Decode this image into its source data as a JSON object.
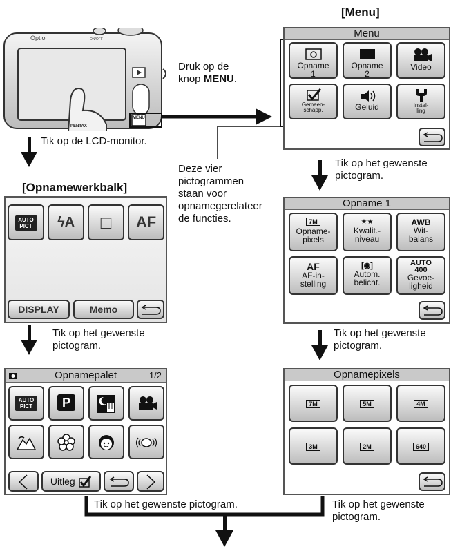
{
  "texts": {
    "press_menu_line1": "Druk op de",
    "press_menu_line2_prefix": "knop ",
    "press_menu_line2_bold": "MENU",
    "press_menu_line2_suffix": ".",
    "tap_lcd": "Tik op de LCD-monitor.",
    "menu_title": "[Menu]",
    "toolbar_title": "[Opnamewerkbalk]",
    "four_icons_1": "Deze vier",
    "four_icons_2": "pictogrammen",
    "four_icons_3": "staan voor",
    "four_icons_4": "opnamegerelateer",
    "four_icons_5": "de functies.",
    "tap_icon_1a": "Tik op het gewenste",
    "tap_icon_1b": "pictogram.",
    "tap_icon_2a": "Tik op het gewenste",
    "tap_icon_2b": "pictogram.",
    "tap_icon_3a": "Tik op het gewenste",
    "tap_icon_3b": "pictogram.",
    "tap_icon_4": "Tik op het gewenste pictogram.",
    "tap_icon_5a": "Tik op het gewenste",
    "tap_icon_5b": "pictogram."
  },
  "camera": {
    "brand": "Optio",
    "onoff": "ON/OFF",
    "menu_key": "MENU",
    "pentax": "PENTAX"
  },
  "menu_screen": {
    "title": "Menu",
    "items": [
      {
        "label1": "Opname",
        "label2": "1",
        "icon": "camera-frame-icon"
      },
      {
        "label1": "Opname",
        "label2": "2",
        "icon": "black-rect-icon"
      },
      {
        "label1": "Video",
        "label2": "",
        "icon": "movie-camera-icon"
      },
      {
        "label1": "Gemeen-",
        "label2": "schapp.",
        "icon": "checkbox-icon"
      },
      {
        "label1": "Geluid",
        "label2": "",
        "icon": "speaker-icon"
      },
      {
        "label1": "Instel-",
        "label2": "ling",
        "icon": "wrench-icon"
      }
    ]
  },
  "toolbar_screen": {
    "icons": [
      "AUTO PICT",
      "ϟA",
      "□",
      "AF"
    ],
    "display_label": "DISPLAY",
    "memo_label": "Memo"
  },
  "opname1_screen": {
    "title": "Opname 1",
    "items": [
      {
        "top": "7M",
        "l1": "Opname-",
        "l2": "pixels"
      },
      {
        "top": "★★",
        "l1": "Kwalit.-",
        "l2": "niveau"
      },
      {
        "top": "AWB",
        "l1": "Wit-",
        "l2": "balans"
      },
      {
        "top": "AF",
        "l1": "AF-in-",
        "l2": "stelling"
      },
      {
        "top": "[◉]",
        "l1": "Autom.",
        "l2": "belicht."
      },
      {
        "top": "AUTO 400",
        "l1": "Gevoe-",
        "l2": "ligheid"
      }
    ]
  },
  "palette_screen": {
    "title": "Opnamepalet",
    "page": "1/2",
    "uitleg_label": "Uitleg",
    "icons": [
      "AUTO PICT",
      "P",
      "night-scene-icon",
      "movie-camera-icon",
      "landscape-icon",
      "flower-icon",
      "portrait-icon",
      "pet-icon"
    ]
  },
  "pixels_screen": {
    "title": "Opnamepixels",
    "options": [
      "7M",
      "5M",
      "4M",
      "3M",
      "2M",
      "640"
    ]
  }
}
